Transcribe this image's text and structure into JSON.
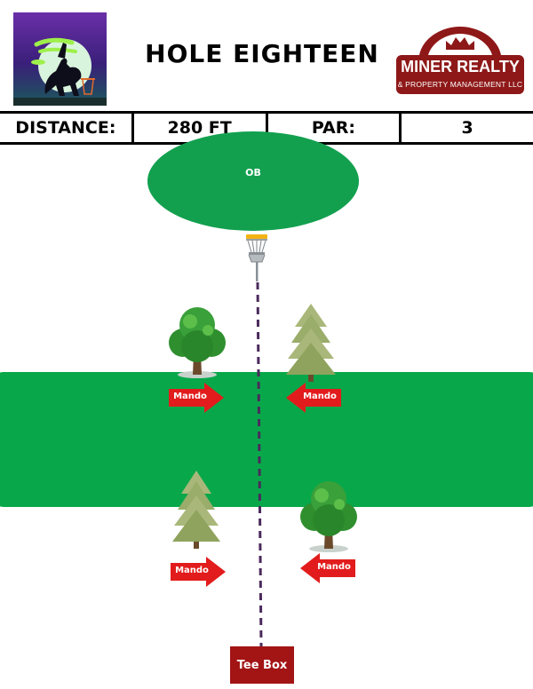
{
  "header": {
    "title": "HOLE EIGHTEEN",
    "left_logo_icon": "sleepy-hollow-ii-headless-horseman-logo",
    "right_logo": {
      "brand": "MINER REALTY",
      "subtitle": "& PROPERTY MANAGEMENT LLC",
      "color": "#8e1818",
      "icon": "crown-house-icon"
    }
  },
  "info_bar": {
    "distance_label": "DISTANCE:",
    "distance_value": "280 FT",
    "par_label": "PAR:",
    "par_value": "3"
  },
  "map": {
    "ob_label": "OB",
    "basket_icon": "disc-golf-basket-icon",
    "tee_label": "Tee Box",
    "mando_label": "Mando",
    "colors": {
      "fairway": "#08a84a",
      "ob_zone": "#12a04f",
      "mando_arrow": "#e21c1c",
      "tee_box": "#a31414",
      "flight_line": "#4b2a5c"
    }
  },
  "trees": [
    "deciduous-tree-icon",
    "pine-tree-icon",
    "pine-tree-icon",
    "deciduous-tree-icon"
  ],
  "mandos": [
    {
      "label": "Mando",
      "direction": "right"
    },
    {
      "label": "Mando",
      "direction": "left"
    },
    {
      "label": "Mando",
      "direction": "right"
    },
    {
      "label": "Mando",
      "direction": "left"
    }
  ]
}
